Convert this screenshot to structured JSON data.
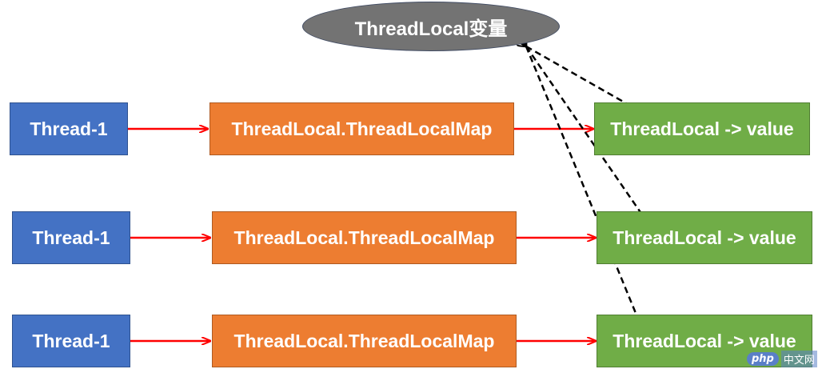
{
  "diagram": {
    "variable": {
      "label": "ThreadLocal变量"
    },
    "rows": [
      {
        "thread": "Thread-1",
        "map": "ThreadLocal.ThreadLocalMap",
        "entry": "ThreadLocal -> value"
      },
      {
        "thread": "Thread-1",
        "map": "ThreadLocal.ThreadLocalMap",
        "entry": "ThreadLocal -> value"
      },
      {
        "thread": "Thread-1",
        "map": "ThreadLocal.ThreadLocalMap",
        "entry": "ThreadLocal -> value"
      }
    ],
    "colors": {
      "thread": "#4472C4",
      "map": "#ED7D31",
      "entry": "#70AD47",
      "variable": "#737373",
      "solid_arrow": "#FF0000",
      "dashed_arrow": "#000000"
    }
  },
  "watermark": {
    "logo": "php",
    "text": "中文网"
  }
}
